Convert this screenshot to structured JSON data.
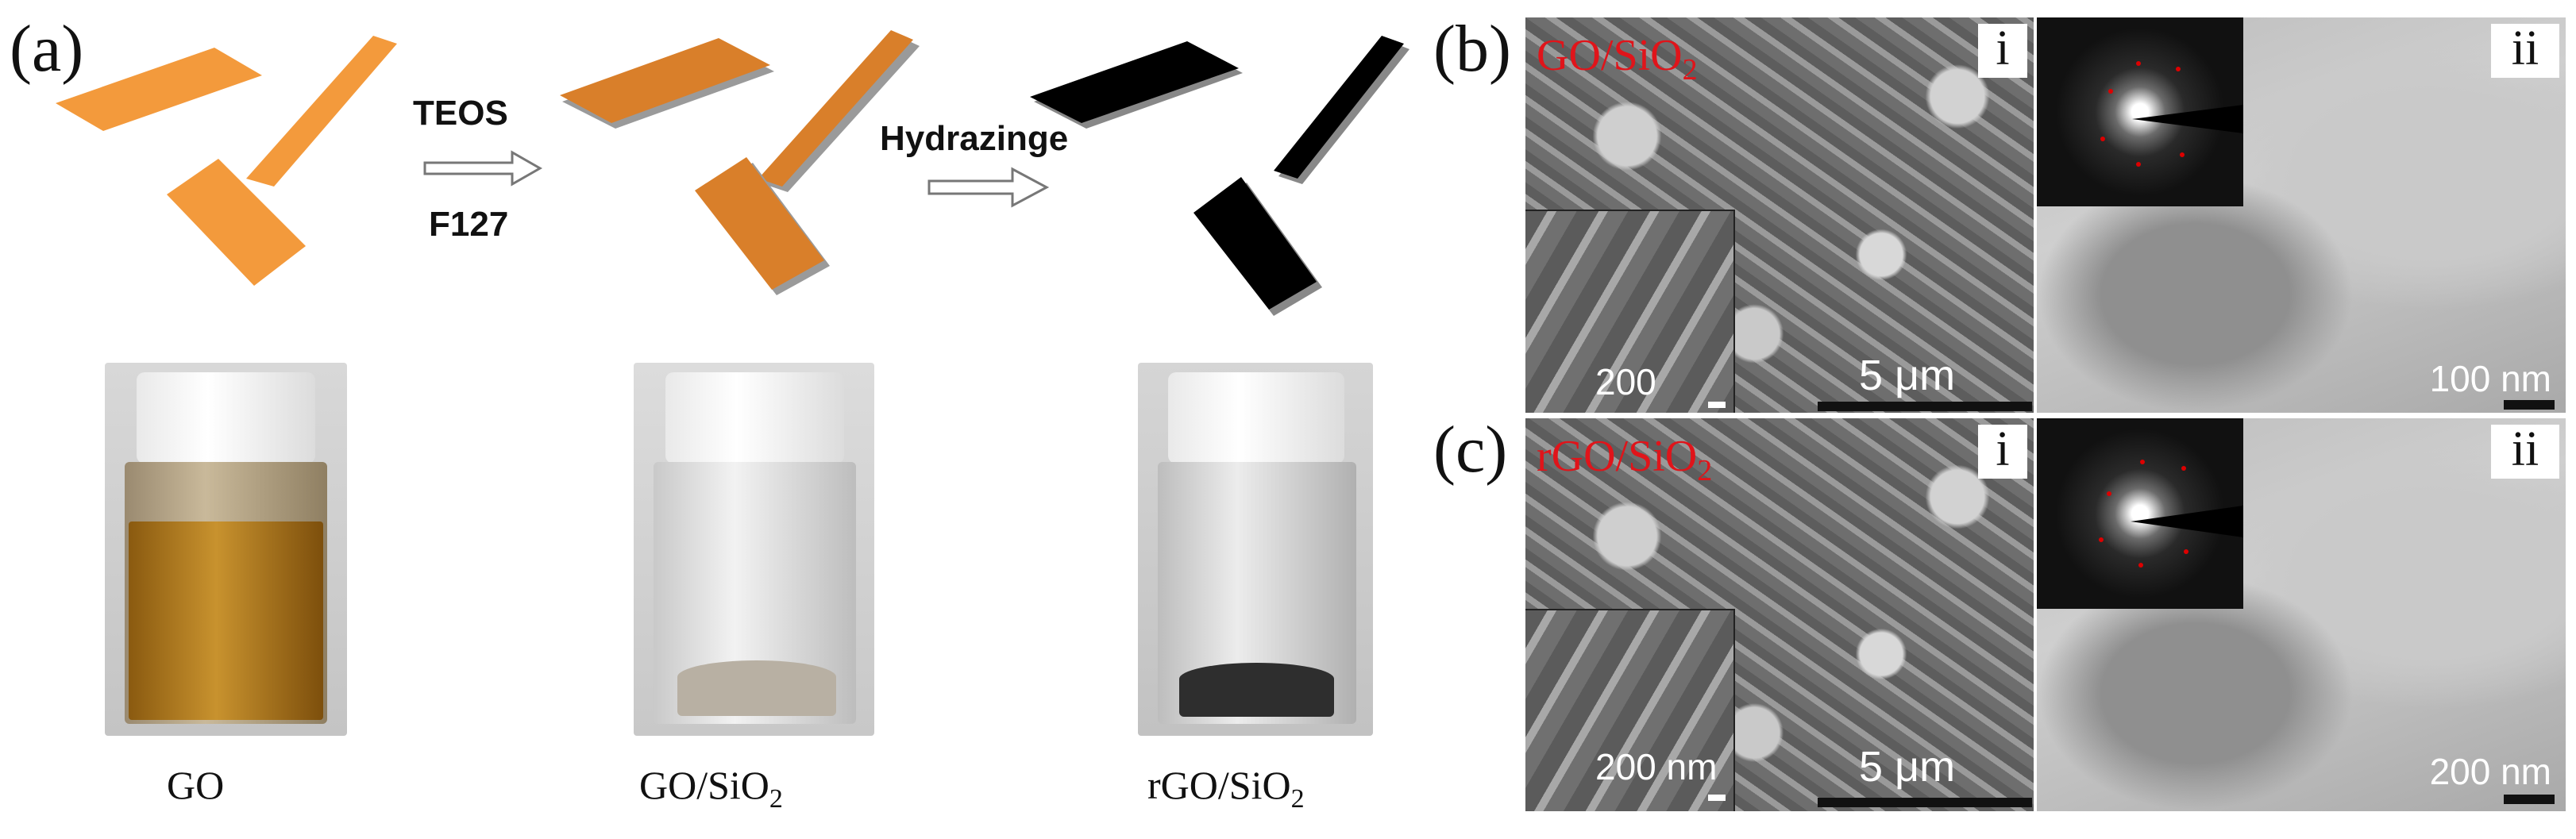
{
  "panel_a": {
    "letter": "(a)",
    "step1": {
      "top": "TEOS",
      "bottom": "F127"
    },
    "step2": {
      "label": "Hydrazinge"
    },
    "captions": {
      "go": "GO",
      "go_sio2_main": "GO/SiO",
      "go_sio2_sub": "2",
      "rgo_sio2_main": "rGO/SiO",
      "rgo_sio2_sub": "2"
    },
    "colors": {
      "go_sheet": "#F39A3C",
      "go_sio2_sheet": "#D97F2A",
      "rgo_sheet": "#000000"
    }
  },
  "panel_b": {
    "letter": "(b)",
    "label_main": "GO/SiO",
    "label_sub": "2",
    "sem": {
      "roman": "i",
      "inset_scale": "200 nm",
      "main_scale": "5 μm"
    },
    "tem": {
      "roman": "ii",
      "scale": "100 nm"
    }
  },
  "panel_c": {
    "letter": "(c)",
    "label_main": "rGO/SiO",
    "label_sub": "2",
    "sem": {
      "roman": "i",
      "inset_scale": "200 nm",
      "main_scale": "5 μm"
    },
    "tem": {
      "roman": "ii",
      "scale": "200 nm"
    }
  },
  "colors": {
    "label_red": "#E0141A"
  }
}
